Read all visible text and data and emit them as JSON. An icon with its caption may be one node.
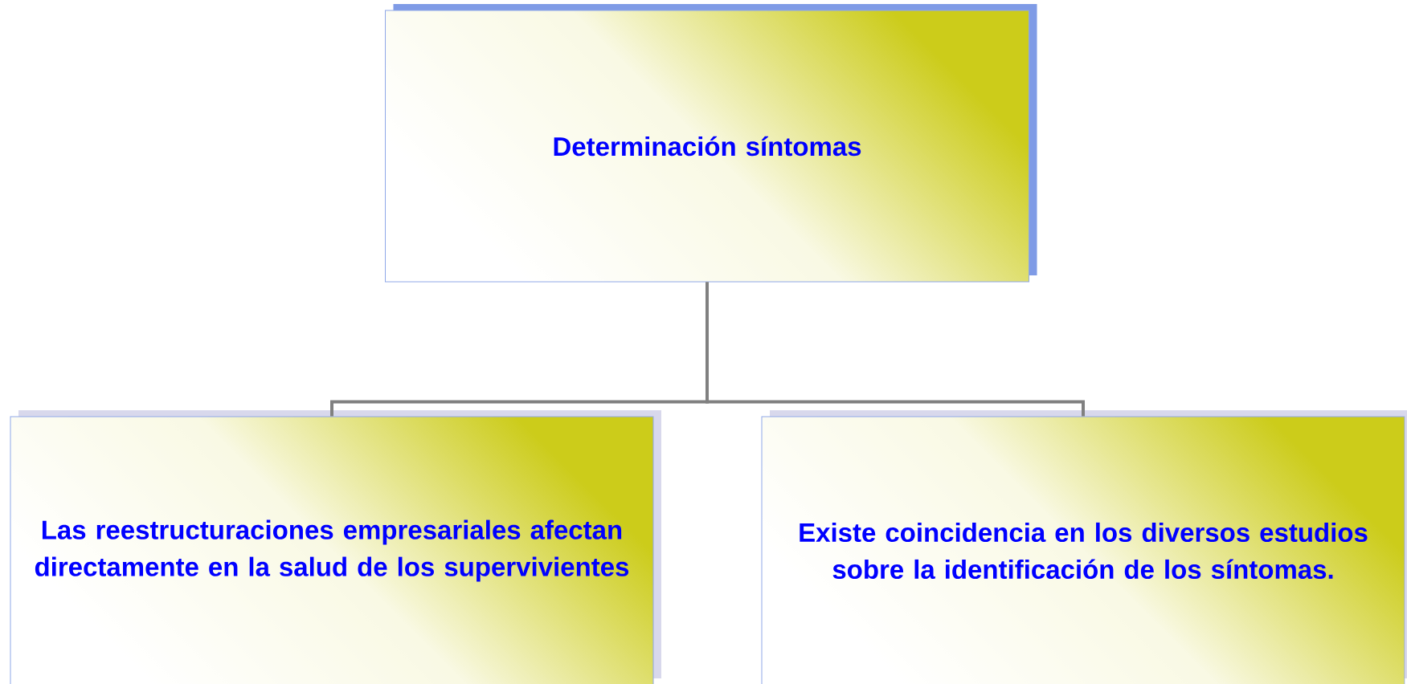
{
  "diagram": {
    "nodes": [
      {
        "text": [
          "Determinación síntomas"
        ]
      },
      {
        "text": [
          "Las reestructuraciones empresariales afectan directamente en la salud de los supervivientes"
        ]
      },
      {
        "text": [
          "Existe coincidencia en los diversos estudios sobre la identificación de los síntomas."
        ]
      }
    ],
    "edges": [
      {
        "from": 0,
        "to": 1,
        "arrow": "none"
      },
      {
        "from": 0,
        "to": 2,
        "arrow": "none"
      }
    ]
  }
}
